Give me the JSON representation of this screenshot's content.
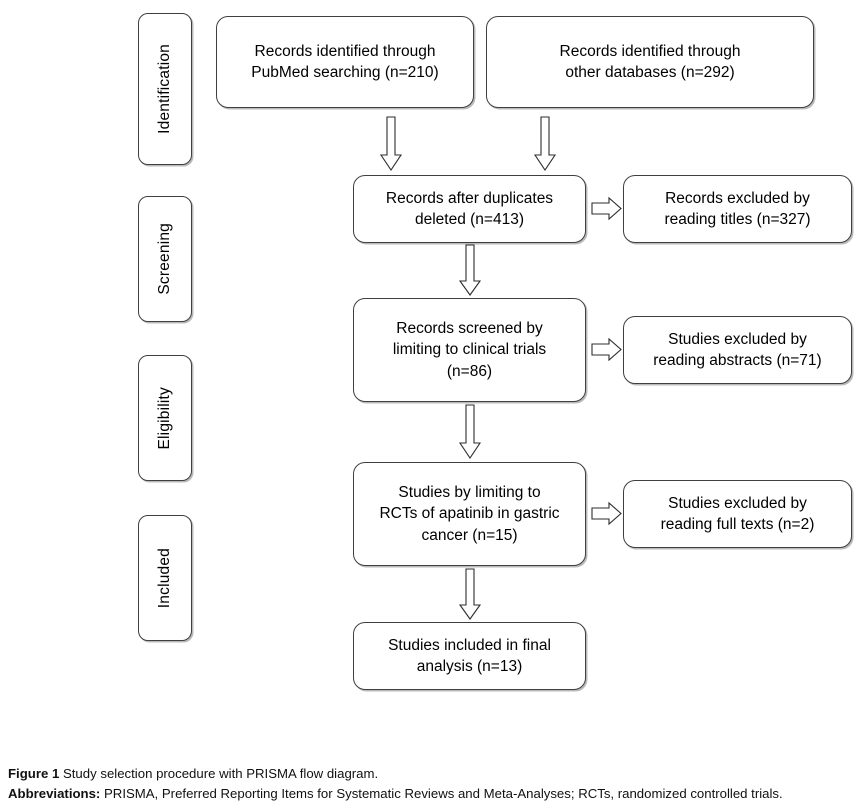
{
  "figure": {
    "type": "prisma-flow-diagram",
    "caption_label": "Figure 1",
    "caption_text": "Study selection procedure with PRISMA flow diagram.",
    "abbrev_label": "Abbreviations:",
    "abbrev_text": "PRISMA, Preferred Reporting Items for Systematic Reviews and Meta-Analyses; RCTs, randomized controlled trials."
  },
  "stages": [
    {
      "id": "identification",
      "label": "Identification"
    },
    {
      "id": "screening",
      "label": "Screening"
    },
    {
      "id": "eligibility",
      "label": "Eligibility"
    },
    {
      "id": "included",
      "label": "Included"
    }
  ],
  "boxes": {
    "pubmed": {
      "label": "Records identified through\nPubMed searching (n=210)",
      "n": 210
    },
    "other_databases": {
      "label": "Records identified through\nother databases (n=292)",
      "n": 292
    },
    "after_duplicates": {
      "label": "Records after duplicates\ndeleted (n=413)",
      "n": 413
    },
    "excluded_titles": {
      "label": "Records excluded by\nreading titles (n=327)",
      "n": 327
    },
    "screened_trials": {
      "label": "Records screened by\nlimiting to clinical trials\n(n=86)",
      "n": 86
    },
    "excluded_abstracts": {
      "label": "Studies excluded by\nreading abstracts (n=71)",
      "n": 71
    },
    "rcts_apatinib": {
      "label": "Studies by limiting to\nRCTs of apatinib in gastric\ncancer (n=15)",
      "n": 15
    },
    "excluded_fulltexts": {
      "label": "Studies excluded by\nreading full texts (n=2)",
      "n": 2
    },
    "final_included": {
      "label": "Studies included in final\nanalysis (n=13)",
      "n": 13
    }
  },
  "colors": {
    "box_border": "#3f3f3f",
    "box_fill": "#ffffff",
    "arrow_stroke": "#2d2d2d",
    "text": "#000000",
    "page_background": "#ffffff"
  }
}
